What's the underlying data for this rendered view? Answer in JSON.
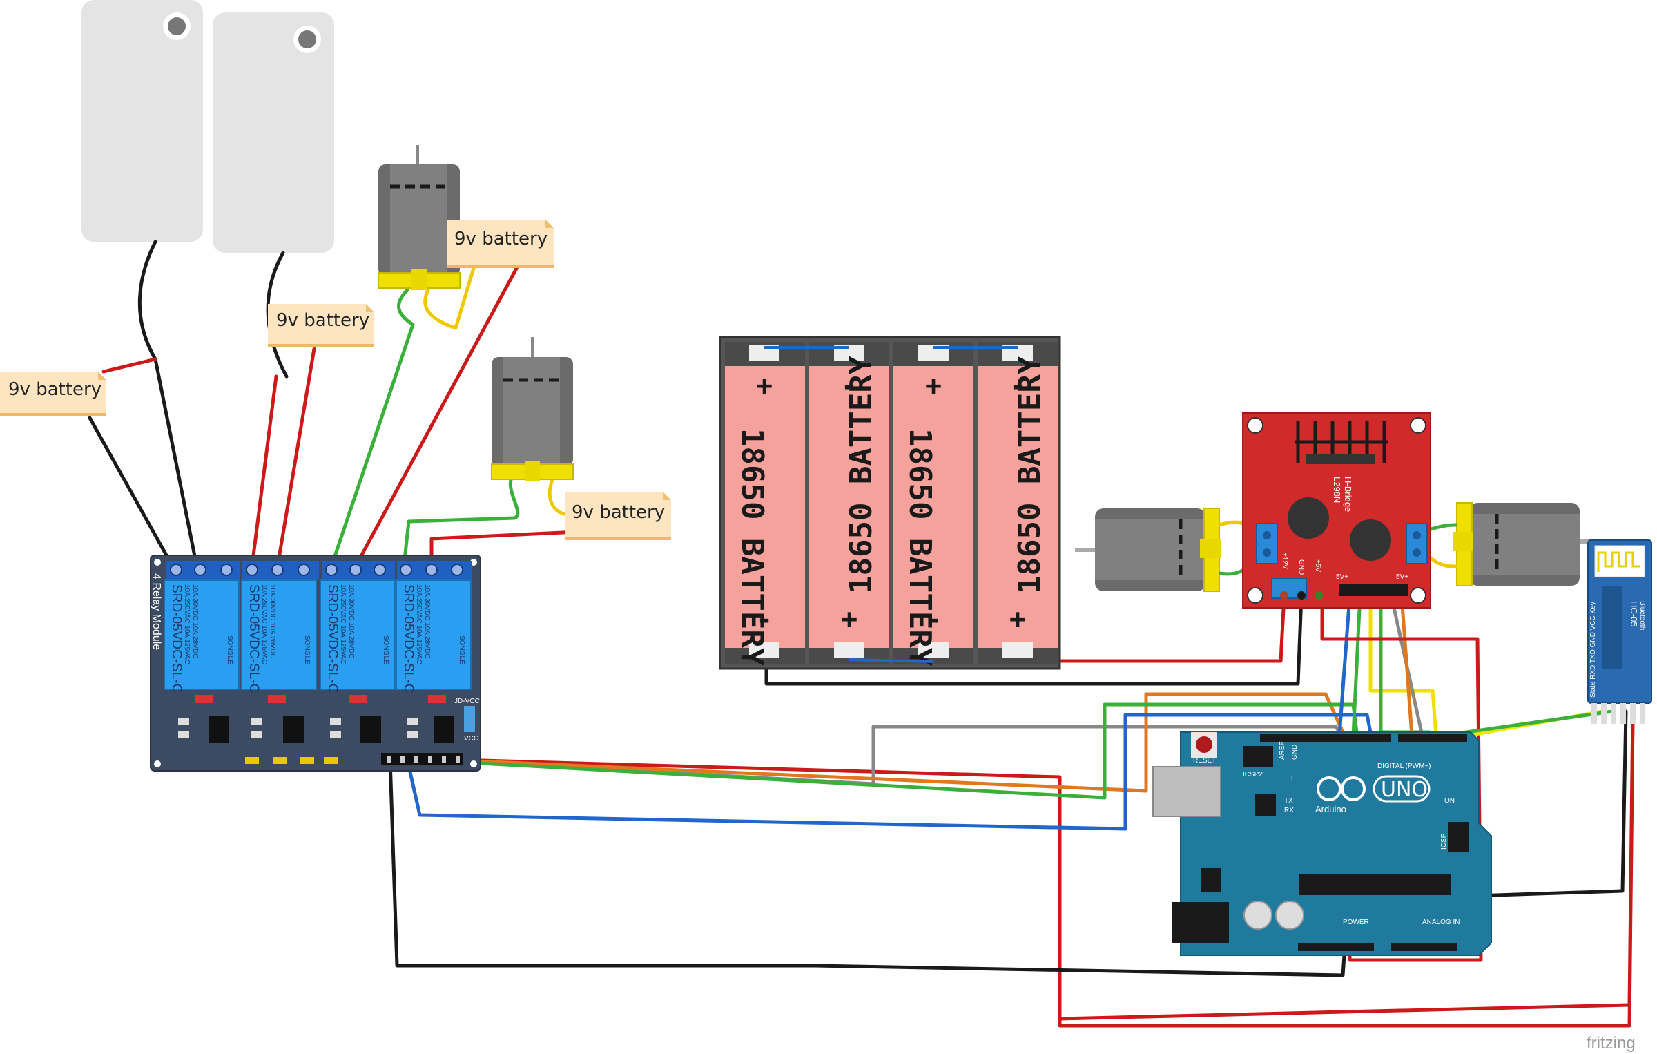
{
  "notes": [
    "9v battery",
    "9v battery",
    "9v battery",
    "9v battery"
  ],
  "battery_pack": {
    "cells": [
      "18650 BATTERY",
      "18650 BATTERY",
      "18650 BATTERY",
      "18650 BATTERY"
    ],
    "plus": "+",
    "minus": "-"
  },
  "relay_module": {
    "side_label": "4 Relay Module",
    "relay_model": "SRD-05VDC-SL-C",
    "relay_brand": "SONGLE",
    "relay_spec_1": "10A 250VAC  10A 125VAC",
    "relay_spec_2": "10A  30VDC  10A  28VDC",
    "jd_vcc": "JD-VCC",
    "vcc": "VCC"
  },
  "hbridge": {
    "title": "L298N",
    "subtitle": "H-Bridge",
    "pin_12v": "+12V",
    "pin_gnd": "GND",
    "pin_5v": "+5V",
    "en_a": "5V+",
    "en_b": "5V+"
  },
  "bluetooth": {
    "model": "HC-05",
    "sub": "Bluetooth",
    "pins": "State RXD TXD GND VCC Key"
  },
  "arduino": {
    "uno": "UNO",
    "brand": "Arduino",
    "reset": "RESET",
    "icsp2": "ICSP2",
    "icsp": "ICSP",
    "digital": "DIGITAL (PWM~)",
    "analog": "ANALOG IN",
    "tx": "TX",
    "rx": "RX",
    "on": "ON",
    "l": "L",
    "aref": "AREF",
    "gnd": "GND",
    "power": "POWER"
  },
  "watermark": "fritzing"
}
